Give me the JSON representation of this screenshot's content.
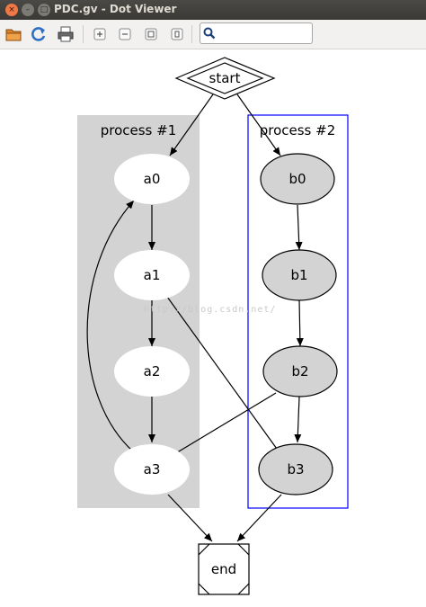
{
  "window": {
    "title": "PDC.gv - Dot Viewer"
  },
  "title_buttons": {
    "close": "×",
    "minimize": "–",
    "maximize": "□"
  },
  "toolbar": {
    "search_value": "",
    "icons": [
      "open-folder-icon",
      "refresh-icon",
      "print-icon",
      "zoom-in-icon",
      "zoom-out-icon",
      "zoom-fit-icon",
      "zoom-100-icon",
      "search-icon"
    ]
  },
  "graph": {
    "start": "start",
    "end": "end",
    "clusters": [
      {
        "label": "process #1",
        "fill": "#d3d3d3",
        "border": "none"
      },
      {
        "label": "process #2",
        "fill": "none",
        "border": "#0000ff"
      }
    ],
    "nodes_cluster1": [
      "a0",
      "a1",
      "a2",
      "a3"
    ],
    "nodes_cluster2": [
      "b0",
      "b1",
      "b2",
      "b3"
    ],
    "edges": [
      [
        "start",
        "a0"
      ],
      [
        "start",
        "b0"
      ],
      [
        "a0",
        "a1"
      ],
      [
        "a1",
        "a2"
      ],
      [
        "a2",
        "a3"
      ],
      [
        "a3",
        "a0"
      ],
      [
        "b0",
        "b1"
      ],
      [
        "b1",
        "b2"
      ],
      [
        "b2",
        "b3"
      ],
      [
        "a1",
        "b3"
      ],
      [
        "b2",
        "a3"
      ],
      [
        "a3",
        "end"
      ],
      [
        "b3",
        "end"
      ]
    ],
    "node_fill_cluster1": "#ffffff",
    "node_fill_cluster2": "#d3d3d3"
  },
  "watermark": "http://blog.csdn.net/"
}
